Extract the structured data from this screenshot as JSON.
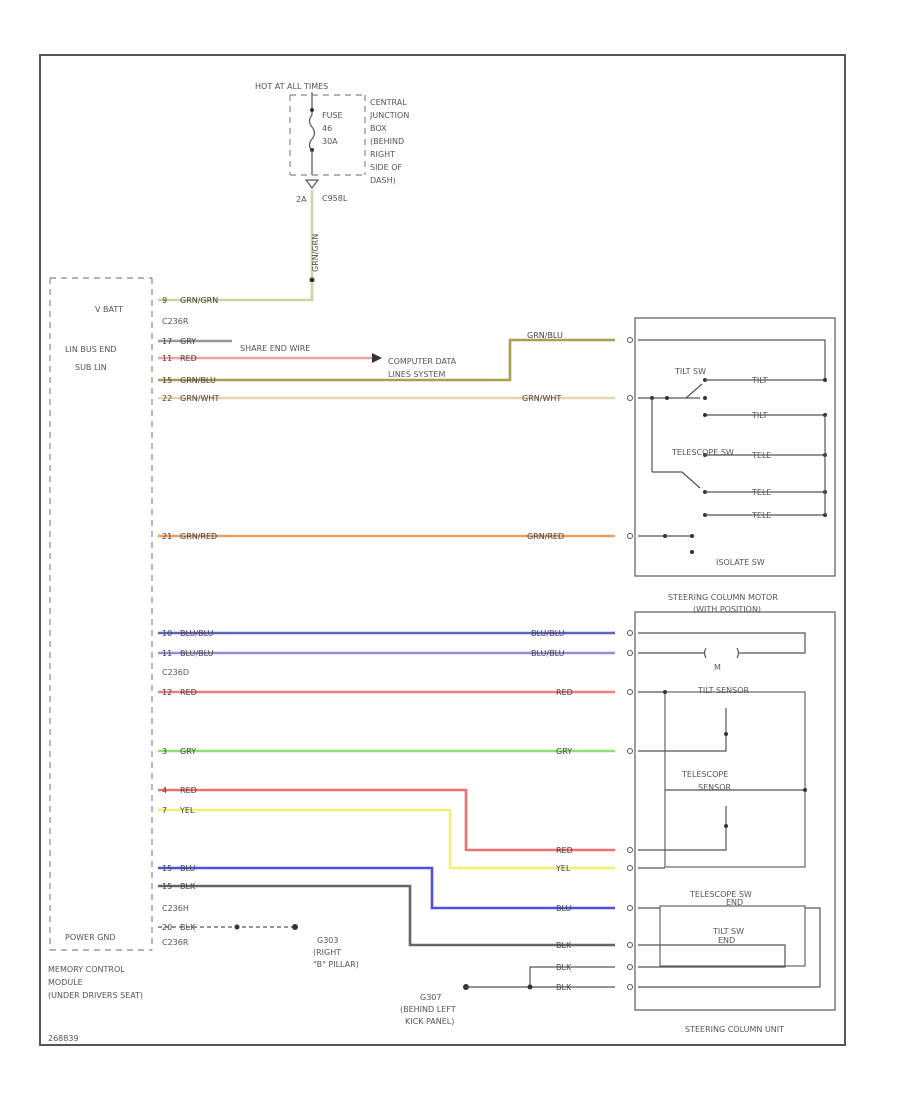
{
  "power": {
    "hot_label": "HOT AT ALL TIMES",
    "fuse_l1": "FUSE",
    "fuse_l2": "46",
    "fuse_l3": "30A",
    "cjb_l1": "CENTRAL",
    "cjb_l2": "JUNCTION",
    "cjb_l3": "BOX",
    "cjb_l4": "(BEHIND",
    "cjb_l5": "RIGHT",
    "cjb_l6": "SIDE OF",
    "cjb_l7": "DASH)",
    "conn_pin": "2A",
    "conn_id": "C958L",
    "feed_color": "GRN/GRN"
  },
  "module": {
    "vbatt": "V BATT",
    "c1": "C236R",
    "lin_l1": "LIN BUS END",
    "lin_l2": "SUB LIN",
    "power_gnd": "POWER GND",
    "c3": "C236H",
    "c4": "C236R",
    "c2": "C236D",
    "name_l1": "MEMORY CONTROL",
    "name_l2": "MODULE",
    "name_l3": "(UNDER DRIVERS SEAT)"
  },
  "wires": {
    "w1": {
      "pin": "9",
      "color": "GRN/GRN"
    },
    "w2": {
      "pin": "17",
      "color": "GRY"
    },
    "w3": {
      "pin": "11",
      "color": "RED"
    },
    "w4": {
      "pin": "15",
      "color": "GRN/BLU"
    },
    "w5": {
      "pin": "22",
      "color": "GRN/WHT"
    },
    "w6": {
      "pin": "21",
      "color": "GRN/RED"
    },
    "w7": {
      "pin": "10",
      "color": "BLU/BLU"
    },
    "w8": {
      "pin": "11",
      "color": "BLU/BLU"
    },
    "w9": {
      "pin": "12",
      "color": "RED"
    },
    "w10": {
      "pin": "3",
      "color": "GRY"
    },
    "w11": {
      "pin": "4",
      "color": "RED"
    },
    "w12": {
      "pin": "7",
      "color": "YEL"
    },
    "w13": {
      "pin": "15",
      "color": "BLU"
    },
    "w14": {
      "pin": "15",
      "color": "BLK"
    },
    "w15": {
      "pin": "20",
      "color": "BLK"
    }
  },
  "labels": {
    "shared": "SHARE END WIRE",
    "cds1": "COMPUTER DATA",
    "cds2": "LINES SYSTEM",
    "g1_l1": "G303",
    "g1_l2": "(RIGHT",
    "g1_l3": "\"B\" PILLAR)",
    "g2_l1": "G307",
    "g2_l2": "(BEHIND LEFT",
    "g2_l3": "KICK PANEL)",
    "diagram_id": "268839"
  },
  "right_colors": {
    "r1": "GRN/BLU",
    "r2": "GRN/WHT",
    "r3": "GRN/RED",
    "r4": "BLU/BLU",
    "r5": "BLU/BLU",
    "r6": "RED",
    "r7": "GRY",
    "r8": "RED",
    "r9": "YEL",
    "r10": "BLU",
    "r11": "BLK",
    "r12": "BLK",
    "r13": "BLK"
  },
  "switch": {
    "tilt_sw": "TILT SW",
    "telescope_sw": "TELESCOPE SW",
    "isolate_sw": "ISOLATE SW",
    "tilt_pos": "TILT",
    "tilt_pos2": "TILT",
    "tele_pos": "TELE",
    "tele_pos2": "TELE",
    "tele_pos3": "TELE"
  },
  "motor": {
    "title_l1": "STEERING COLUMN MOTOR",
    "title_l2": "(WITH POSITION)",
    "motor_letter": "M",
    "tilt_sensor": "TILT SENSOR",
    "tele_l1": "TELESCOPE",
    "tele_l2": "SENSOR",
    "tele_sw2": "TELESCOPE SW",
    "tele_sw2_pos": "END",
    "tilt_sw2": "TILT SW",
    "tilt_sw2_pos": "END"
  },
  "unit": {
    "name": "STEERING COLUMN UNIT"
  }
}
